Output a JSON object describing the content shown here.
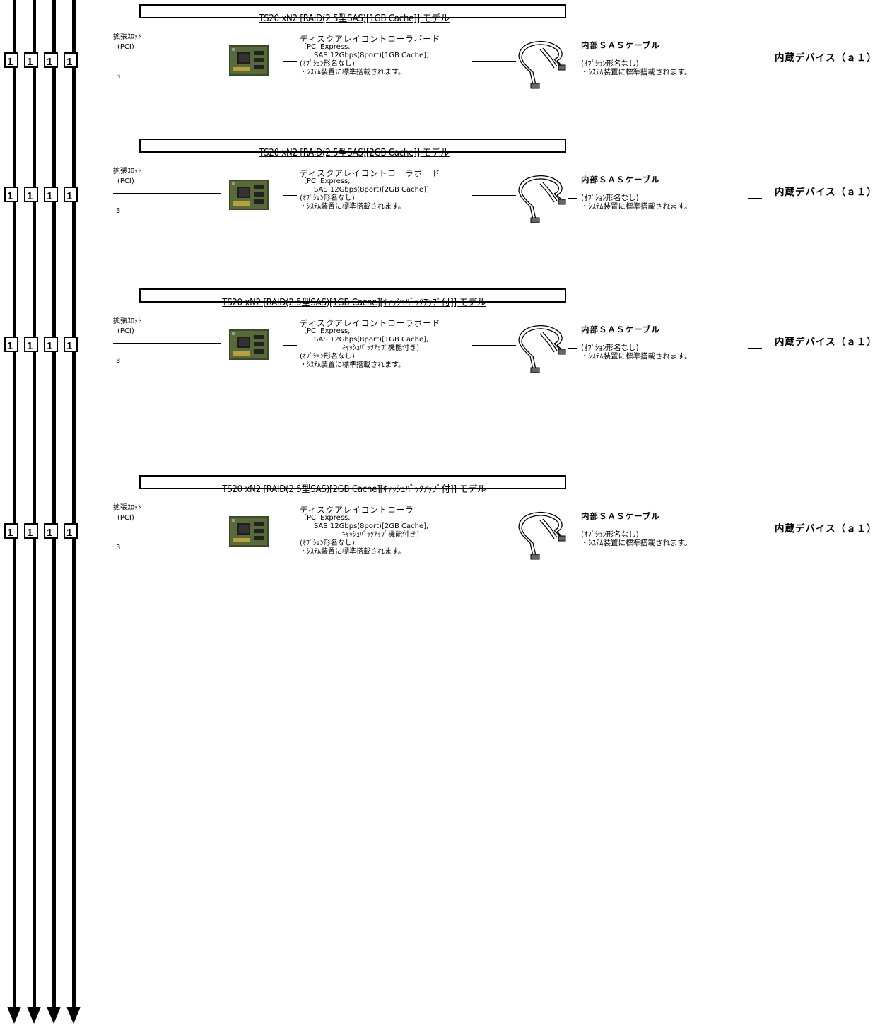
{
  "rail_label": "1",
  "sections": [
    {
      "title": "TS20 xN2 [RAID(2.5型SAS)[1GB Cache]] モデル",
      "slot": {
        "label": "拡張ｽﾛｯﾄ",
        "bus": "(PCI)",
        "number": "3"
      },
      "board": {
        "heading": "ディスクアレイコントローラボード",
        "lines": [
          "〔PCI Express,",
          "SAS 12Gbps(8port)[1GB Cache]]",
          "(ｵﾌﾟｼｮﾝ形名なし)",
          "・ｼｽﾃﾑ装置に標準搭載されます。"
        ]
      },
      "cable": {
        "heading": "内部ＳＡＳケーブル",
        "lines": [
          "(ｵﾌﾟｼｮﾝ形名なし)",
          "・ｼｽﾃﾑ装置に標準搭載されます。"
        ]
      },
      "device": "内蔵デバイス（ａ１）"
    },
    {
      "title": "TS20 xN2 [RAID(2.5型SAS)[2GB Cache]] モデル",
      "slot": {
        "label": "拡張ｽﾛｯﾄ",
        "bus": "(PCI)",
        "number": "3"
      },
      "board": {
        "heading": "ディスクアレイコントローラボード",
        "lines": [
          "〔PCI Express,",
          "SAS 12Gbps(8port)[2GB Cache]]",
          "(ｵﾌﾟｼｮﾝ形名なし)",
          "・ｼｽﾃﾑ装置に標準搭載されます。"
        ]
      },
      "cable": {
        "heading": "内部ＳＡＳケーブル",
        "lines": [
          "(ｵﾌﾟｼｮﾝ形名なし)",
          "・ｼｽﾃﾑ装置に標準搭載されます。"
        ]
      },
      "device": "内蔵デバイス（ａ１）"
    },
    {
      "title": "TS20 xN2 [RAID(2.5型SAS)[1GB Cache][ｷｬｯｼｭﾊﾞｯｸｱｯﾌﾟ付]] モデル",
      "slot": {
        "label": "拡張ｽﾛｯﾄ",
        "bus": "(PCI)",
        "number": "3"
      },
      "board": {
        "heading": "ディスクアレイコントローラボード",
        "lines": [
          "〔PCI Express,",
          "SAS 12Gbps(8port)[1GB Cache],",
          "ｷｬｯｼｭﾊﾞｯｸｱｯﾌﾟ機能付き]",
          "(ｵﾌﾟｼｮﾝ形名なし)",
          "・ｼｽﾃﾑ装置に標準搭載されます。"
        ]
      },
      "cable": {
        "heading": "内部ＳＡＳケーブル",
        "lines": [
          "(ｵﾌﾟｼｮﾝ形名なし)",
          "・ｼｽﾃﾑ装置に標準搭載されます。"
        ]
      },
      "device": "内蔵デバイス（ａ１）"
    },
    {
      "title": "TS20 xN2 [RAID(2.5型SAS)[2GB Cache][ｷｬｯｼｭﾊﾞｯｸｱｯﾌﾟ付]] モデル",
      "slot": {
        "label": "拡張ｽﾛｯﾄ",
        "bus": "(PCI)",
        "number": "3"
      },
      "board": {
        "heading": "ディスクアレイコントローラ",
        "lines": [
          "〔PCI Express,",
          "SAS 12Gbps(8port)[2GB Cache],",
          "ｷｬｯｼｭﾊﾞｯｸｱｯﾌﾟ機能付き]",
          "(ｵﾌﾟｼｮﾝ形名なし)",
          "・ｼｽﾃﾑ装置に標準搭載されます。"
        ]
      },
      "cable": {
        "heading": "内部ＳＡＳケーブル",
        "lines": [
          "(ｵﾌﾟｼｮﾝ形名なし)",
          "・ｼｽﾃﾑ装置に標準搭載されます。"
        ]
      },
      "device": "内蔵デバイス（ａ１）"
    }
  ]
}
